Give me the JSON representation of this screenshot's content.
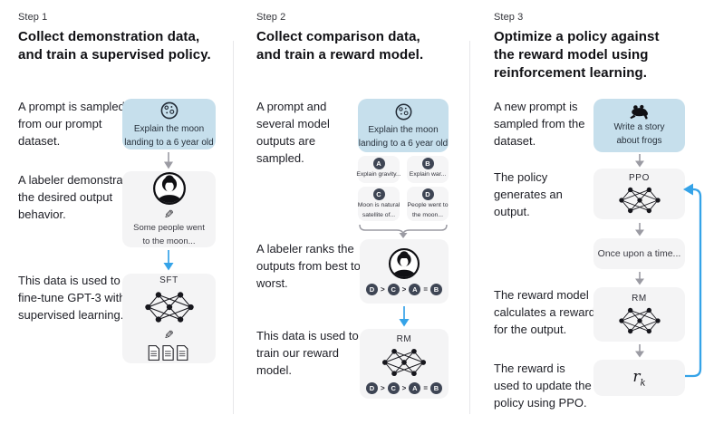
{
  "palette": {
    "accent_blue": "#35a3e8",
    "prompt_box_blue": "#c6dfec",
    "panel_gray": "#f4f4f5",
    "badge_dark": "#3e4554",
    "arrow_gray": "#9b9ba3"
  },
  "icons": {
    "pencil": "✎"
  },
  "columns": [
    {
      "step_label": "Step 1",
      "heading_lines": [
        "Collect demonstration data,",
        "and train a supervised policy."
      ],
      "captions": {
        "prompt": "A prompt is sampled from our prompt dataset.",
        "labeler": "A labeler demonstrates the desired output behavior.",
        "data": "This data is used to fine-tune GPT-3 with supervised learning."
      },
      "prompt_box": {
        "lines": [
          "Explain the moon",
          "landing to a 6 year old"
        ]
      },
      "labeler_box": {
        "lines": [
          "Some people went",
          "to the moon..."
        ]
      },
      "model_box": {
        "label": "SFT"
      }
    },
    {
      "step_label": "Step 2",
      "heading_lines": [
        "Collect comparison data,",
        "and train a reward model."
      ],
      "captions": {
        "prompt": "A prompt and several model outputs are sampled.",
        "labeler": "A labeler ranks the outputs from best to worst.",
        "data": "This data is used to train our reward model."
      },
      "prompt_box": {
        "lines": [
          "Explain the moon",
          "landing to a 6 year old"
        ]
      },
      "outputs": [
        {
          "badge": "A",
          "lines": [
            "Explain gravity..."
          ]
        },
        {
          "badge": "B",
          "lines": [
            "Explain war..."
          ]
        },
        {
          "badge": "C",
          "lines": [
            "Moon is natural",
            "satellite of..."
          ]
        },
        {
          "badge": "D",
          "lines": [
            "People went to",
            "the moon..."
          ]
        }
      ],
      "ranking": {
        "display": "D > C > A = B",
        "letters": [
          "D",
          "C",
          "A",
          "B"
        ],
        "separators": [
          ">",
          ">",
          "="
        ]
      },
      "model_box": {
        "label": "RM"
      }
    },
    {
      "step_label": "Step 3",
      "heading_lines": [
        "Optimize a policy against",
        "the reward model using",
        "reinforcement learning."
      ],
      "captions": {
        "prompt": "A new prompt is sampled from the dataset.",
        "policy": "The policy generates an output.",
        "reward": "The reward model calculates a reward for the output.",
        "update": "The reward is used to update the policy using PPO."
      },
      "prompt_box": {
        "lines": [
          "Write a story",
          "about frogs"
        ]
      },
      "policy_box": {
        "label": "PPO"
      },
      "output_box": {
        "label": "Once upon a time..."
      },
      "reward_box": {
        "label": "RM"
      },
      "reward_value": {
        "base": "r",
        "sub": "k"
      }
    }
  ]
}
